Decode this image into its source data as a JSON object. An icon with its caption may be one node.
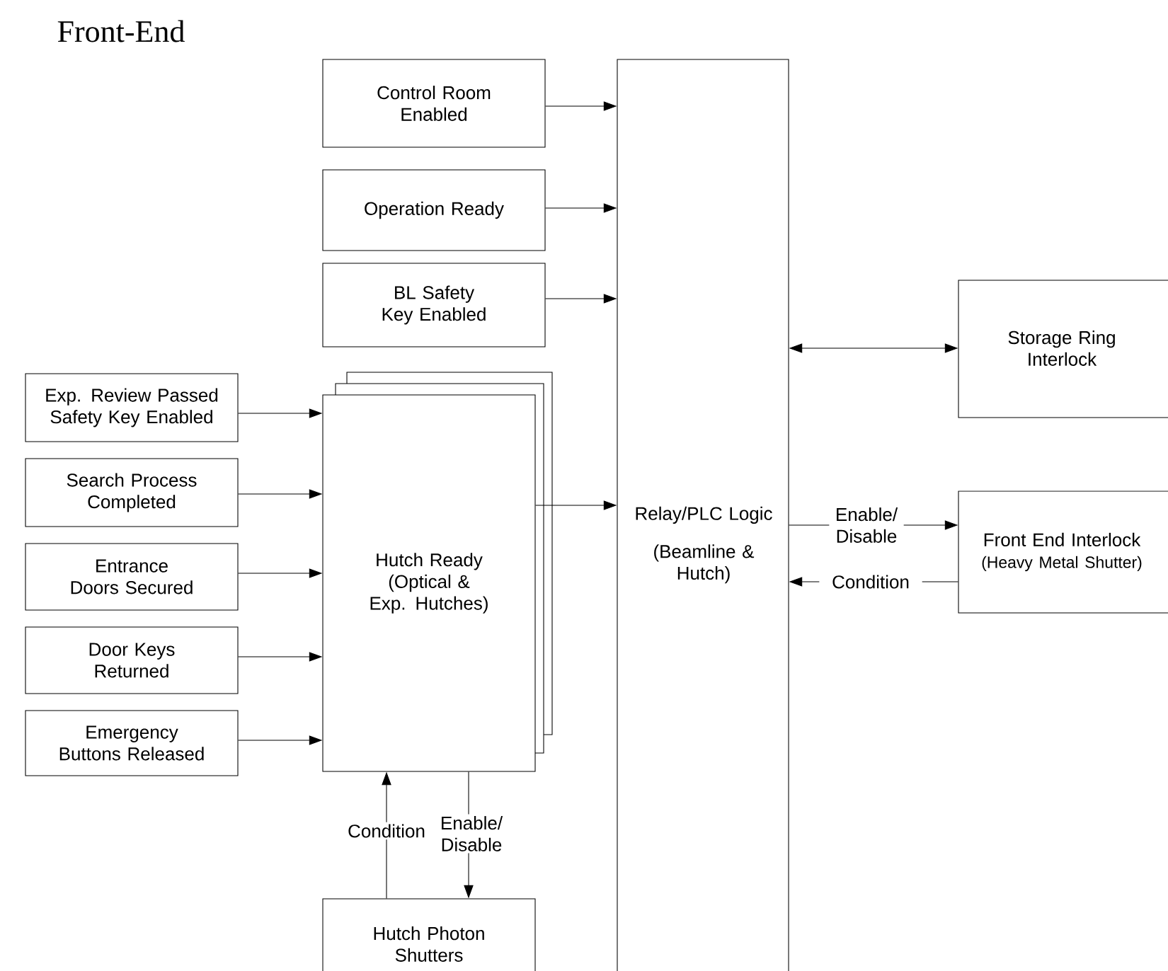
{
  "diagram": {
    "title": "Front-End",
    "nodes": [
      {
        "text": [
          "Control Room Enabled"
        ]
      },
      {
        "text": [
          "Operation Ready"
        ]
      },
      {
        "text": [
          "BL Safety Key Enabled"
        ]
      },
      {
        "text": [
          "Relay/PLC Logic",
          "(Beamline & Hutch)"
        ]
      },
      {
        "text": [
          "Storage Ring Interlock"
        ]
      },
      {
        "text": [
          "Exp. Review Passed Safety Key Enabled"
        ]
      },
      {
        "text": [
          "Search Process Completed"
        ]
      },
      {
        "text": [
          "Entrance Doors Secured"
        ]
      },
      {
        "text": [
          "Door Keys Returned"
        ]
      },
      {
        "text": [
          "Emergency Buttons Released"
        ]
      },
      {
        "text": [
          "Hutch Ready (Optical & Exp. Hutches)"
        ]
      },
      {
        "text": [
          "Front End Interlock",
          "(Heavy Metal Shutter)"
        ]
      },
      {
        "text": [
          "Hutch Photon Shutters"
        ]
      }
    ],
    "edges": [
      {
        "from": 0,
        "to": 3,
        "arrow": "to"
      },
      {
        "from": 1,
        "to": 3,
        "arrow": "to"
      },
      {
        "from": 2,
        "to": 3,
        "arrow": "to"
      },
      {
        "from": 3,
        "to": 4,
        "arrow": "both"
      },
      {
        "from": 5,
        "to": 10,
        "arrow": "to"
      },
      {
        "from": 6,
        "to": 10,
        "arrow": "to"
      },
      {
        "from": 7,
        "to": 10,
        "arrow": "to"
      },
      {
        "from": 8,
        "to": 10,
        "arrow": "to"
      },
      {
        "from": 9,
        "to": 10,
        "arrow": "to"
      },
      {
        "from": 10,
        "to": 3,
        "arrow": "to"
      },
      {
        "from": 3,
        "to": 11,
        "arrow": "to",
        "label": "Enable/ Disable"
      },
      {
        "from": 11,
        "to": 3,
        "arrow": "to",
        "label": "Condition"
      },
      {
        "from": 12,
        "to": 10,
        "arrow": "to",
        "label": "Condition"
      },
      {
        "from": 10,
        "to": 12,
        "arrow": "to",
        "label": "Enable/ Disable"
      }
    ]
  }
}
